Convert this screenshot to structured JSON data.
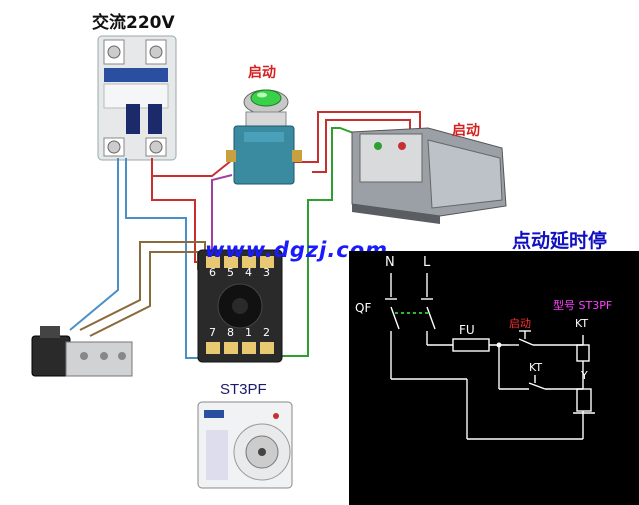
{
  "title": "交流220V",
  "start_button_label": "启动",
  "foot_switch_label": "启动",
  "watermark": "www.dgzj.com",
  "schematic_title": "点动延时停",
  "relay_model_label": "ST3PF",
  "socket_top_pins": [
    "6",
    "5",
    "4",
    "3"
  ],
  "socket_bottom_pins": [
    "7",
    "8",
    "1",
    "2"
  ],
  "schematic": {
    "N": "N",
    "L": "L",
    "QF": "QF",
    "FU": "FU",
    "start": "启动",
    "model": "型号 ST3PF",
    "KT_coil": "KT",
    "KT_contact": "KT",
    "Y": "Y"
  },
  "colors": {
    "wire_red": "#c83030",
    "wire_green": "#2fa02f",
    "wire_blue": "#4a90c8",
    "wire_purple": "#a040a0",
    "wire_brown": "#8a6a3a",
    "schem_line": "#ffffff",
    "schem_label": "#ffffff",
    "schem_start": "#ff3030",
    "schem_model": "#ff40ff",
    "schem_qf": "#30ff30"
  }
}
